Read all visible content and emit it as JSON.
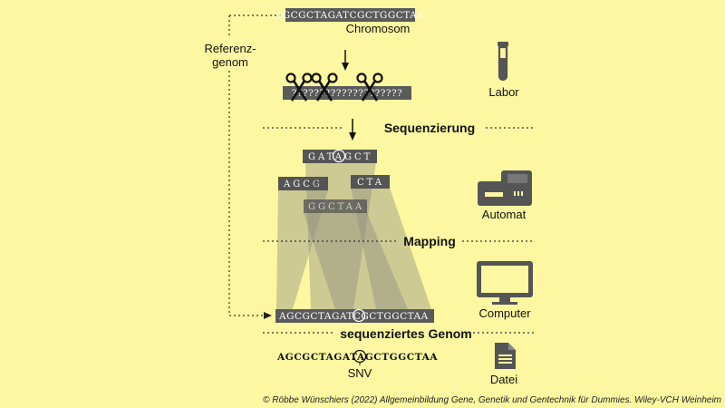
{
  "reference_label_line1": "Referenz-",
  "reference_label_line2": "genom",
  "chromosome": {
    "sequence": "AGCGCTAGATCGCTGGCTAA",
    "label": "Chromosom"
  },
  "fragments": {
    "sequence": "????????????????????"
  },
  "labor_label": "Labor",
  "sequencing_label": "Sequenzierung",
  "reads": [
    {
      "text": "GATAGCT",
      "pre": "GAT",
      "highlight": "A",
      "post": "GCT"
    },
    {
      "text": "AGCG",
      "bright": "AGC",
      "dim": "G"
    },
    {
      "text": "CTA"
    },
    {
      "text": "GGCTAA",
      "dim_pre": "G",
      "mid": "GCT",
      "dim_post": "AA"
    }
  ],
  "automat_label": "Automat",
  "mapping_label": "Mapping",
  "computer_label": "Computer",
  "mapped_genome": {
    "pre": "AGCGCTAGAT",
    "highlight": "C",
    "post": "GCTGGCTAA"
  },
  "sequenced_genome_label": "sequenziertes Genom",
  "snv_sequence": {
    "pre": "AGCGCTAGAT",
    "highlight": "A",
    "post": "GCTGGCTAA"
  },
  "snv_label": "SNV",
  "datei_label": "Datei",
  "copyright": "© Röbbe Wünschiers (2022) Allgemeinbildung Gene, Genetik und Gentechnik für Dummies. Wiley-VCH Weinheim",
  "colors": {
    "background": "#FCF7A0",
    "sequence_box": "#5A5A5A",
    "read_box": "#555555",
    "mapping_fill": "#8C8C80",
    "icon": "#555555"
  }
}
